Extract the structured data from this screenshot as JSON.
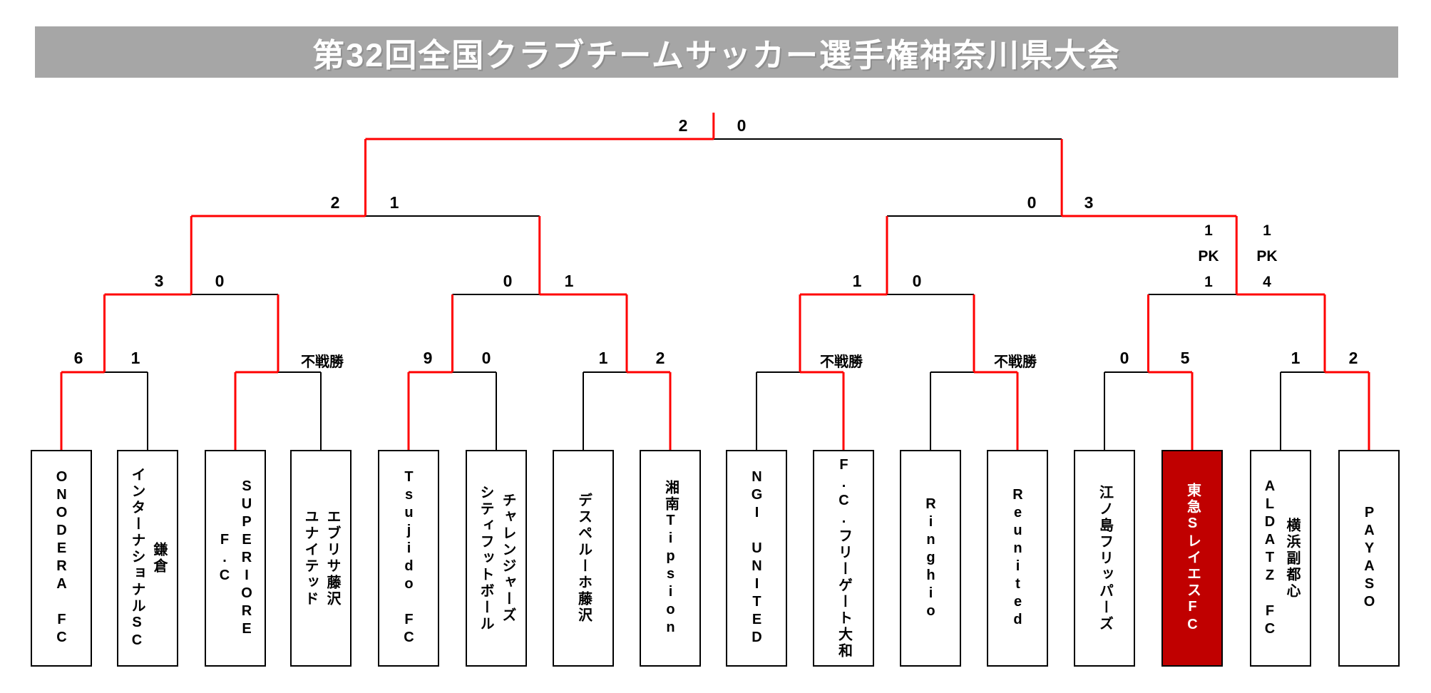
{
  "title": "第32回全国クラブチームサッカー選手権神奈川県大会",
  "colors": {
    "winner_path": "#FF0000",
    "line": "#000000",
    "highlight_box": "#C00000",
    "highlight_text": "#FFFFFF",
    "banner": "#A6A6A6",
    "banner_text": "#FFFFFF"
  },
  "teams": [
    {
      "name": "ONODERA FC",
      "display": "ONODERA FC",
      "highlighted": false
    },
    {
      "name": "鎌倉インターナショナルSC",
      "display": "鎌倉\nインターナショナルSC",
      "highlighted": false
    },
    {
      "name": "SUPERIORE F.C",
      "display": "SUPERIORE\nF.C",
      "highlighted": false
    },
    {
      "name": "エブリサ藤沢ユナイテッド",
      "display": "エブリサ藤沢\nユナイテッド",
      "highlighted": false
    },
    {
      "name": "Tsujido FC",
      "display": "Tsujido FC",
      "highlighted": false
    },
    {
      "name": "チャレンジャーズシティフットボール",
      "display": "チャレンジャーズ\nシティフットボール",
      "highlighted": false
    },
    {
      "name": "デスペルーホ藤沢",
      "display": "デスペルーホ藤沢",
      "highlighted": false
    },
    {
      "name": "湘南Tipsion",
      "display": "湘南Tipsion",
      "highlighted": false
    },
    {
      "name": "NGI UNITED",
      "display": "NGI UNITED",
      "highlighted": false
    },
    {
      "name": "F.C.フリーゲート大和",
      "display": "F.C.フリーゲート大和",
      "highlighted": false
    },
    {
      "name": "Ringhio",
      "display": "Ringhio",
      "highlighted": false
    },
    {
      "name": "Reunited",
      "display": "Reunited",
      "highlighted": false
    },
    {
      "name": "江ノ島フリッパーズ",
      "display": "江ノ島フリッパーズ",
      "highlighted": false
    },
    {
      "name": "東急SレイエスFC",
      "display": "東急SレイエスFC",
      "highlighted": true
    },
    {
      "name": "横浜副都心ALDATZ FC",
      "display": "横浜副都心\nALDATZ FC",
      "highlighted": false
    },
    {
      "name": "PAYASO",
      "display": "PAYASO",
      "highlighted": false
    }
  ],
  "bracket": {
    "round1": [
      {
        "match": "R1-M1",
        "left": "ONODERA FC",
        "right": "鎌倉インターナショナルSC",
        "left_score": "6",
        "right_score": "1",
        "winner": "left"
      },
      {
        "match": "R1-M2",
        "left": "SUPERIORE F.C",
        "right": "エブリサ藤沢ユナイテッド",
        "result_label": "不戦勝",
        "winner": "left"
      },
      {
        "match": "R1-M3",
        "left": "Tsujido FC",
        "right": "チャレンジャーズシティフットボール",
        "left_score": "9",
        "right_score": "0",
        "winner": "left"
      },
      {
        "match": "R1-M4",
        "left": "デスペルーホ藤沢",
        "right": "湘南Tipsion",
        "left_score": "1",
        "right_score": "2",
        "winner": "right"
      },
      {
        "match": "R1-M5",
        "left": "NGI UNITED",
        "right": "F.C.フリーゲート大和",
        "result_label": "不戦勝",
        "winner": "right"
      },
      {
        "match": "R1-M6",
        "left": "Ringhio",
        "right": "Reunited",
        "result_label": "不戦勝",
        "winner": "right"
      },
      {
        "match": "R1-M7",
        "left": "江ノ島フリッパーズ",
        "right": "東急SレイエスFC",
        "left_score": "0",
        "right_score": "5",
        "winner": "right"
      },
      {
        "match": "R1-M8",
        "left": "横浜副都心ALDATZ FC",
        "right": "PAYASO",
        "left_score": "1",
        "right_score": "2",
        "winner": "right"
      }
    ],
    "quarterfinals": [
      {
        "match": "QF1",
        "left_score": "3",
        "right_score": "0",
        "winner": "left"
      },
      {
        "match": "QF2",
        "left_score": "0",
        "right_score": "1",
        "winner": "right"
      },
      {
        "match": "QF3",
        "left_score": "1",
        "right_score": "0",
        "winner": "left"
      },
      {
        "match": "QF4",
        "left_score_lines": "1\nPK\n1",
        "right_score_lines": "1\nPK\n4",
        "winner": "right"
      }
    ],
    "semifinals": [
      {
        "match": "SF1",
        "left_score": "2",
        "right_score": "1",
        "winner": "left"
      },
      {
        "match": "SF2",
        "left_score": "0",
        "right_score": "3",
        "winner": "right"
      }
    ],
    "final": {
      "match": "F",
      "left_score": "2",
      "right_score": "0",
      "winner": "left"
    }
  }
}
